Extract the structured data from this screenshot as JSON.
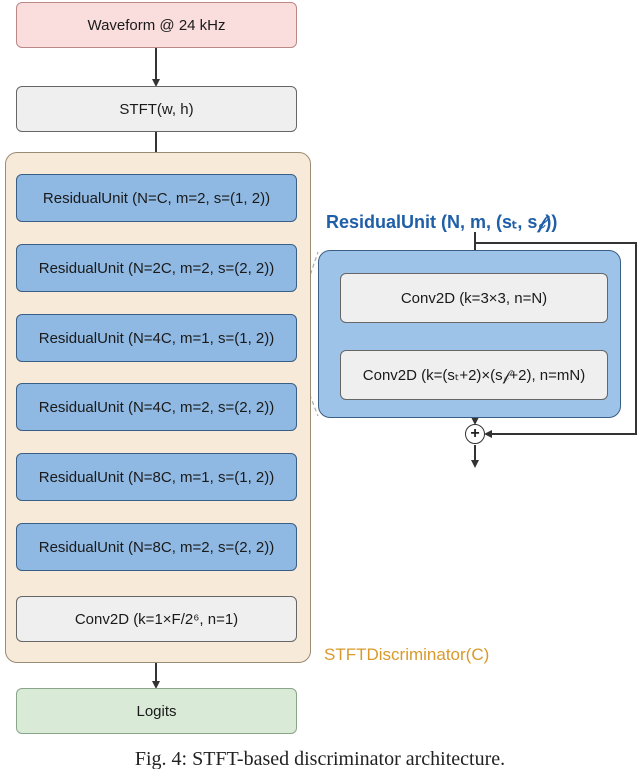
{
  "nodes": {
    "waveform": "Waveform @ 24 kHz",
    "stft": "STFT(w, h)",
    "ru1": "ResidualUnit (N=C, m=2, s=(1, 2))",
    "ru2": "ResidualUnit (N=2C, m=2, s=(2, 2))",
    "ru3": "ResidualUnit (N=4C, m=1, s=(1, 2))",
    "ru4": "ResidualUnit (N=4C, m=2, s=(2, 2))",
    "ru5": "ResidualUnit (N=8C, m=1, s=(1, 2))",
    "ru6": "ResidualUnit (N=8C, m=2, s=(2, 2))",
    "conv_final": "Conv2D (k=1×F/2⁶, n=1)",
    "logits": "Logits"
  },
  "residual_detail": {
    "title": "ResidualUnit (N, m, (sₜ, s𝒻))",
    "conv1": "Conv2D (k=3×3, n=N)",
    "conv2": "Conv2D (k=(sₜ+2)×(s𝒻+2), n=mN)",
    "sum_symbol": "+"
  },
  "discriminator_label": "STFTDiscriminator(C)",
  "caption": "Fig. 4: STFT-based discriminator architecture."
}
